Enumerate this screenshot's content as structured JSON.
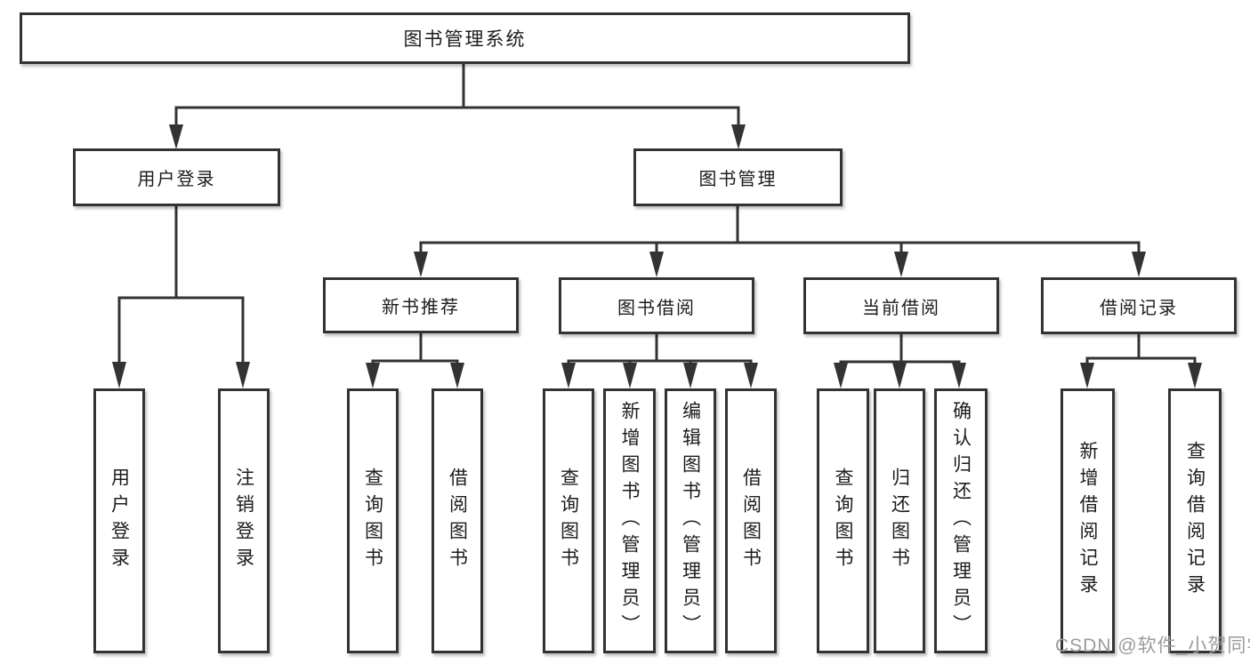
{
  "diagram": {
    "root": {
      "label": "图书管理系统"
    },
    "level2": [
      {
        "label": "用户登录"
      },
      {
        "label": "图书管理"
      }
    ],
    "level3": [
      {
        "label": "新书推荐"
      },
      {
        "label": "图书借阅"
      },
      {
        "label": "当前借阅"
      },
      {
        "label": "借阅记录"
      }
    ],
    "leaves": [
      {
        "parent": "用户登录",
        "label": "用户登录"
      },
      {
        "parent": "用户登录",
        "label": "注销登录"
      },
      {
        "parent": "新书推荐",
        "label": "查询图书"
      },
      {
        "parent": "新书推荐",
        "label": "借阅图书"
      },
      {
        "parent": "图书借阅",
        "label": "查询图书"
      },
      {
        "parent": "图书借阅",
        "label": "新增图书（管理员）"
      },
      {
        "parent": "图书借阅",
        "label": "编辑图书（管理员）"
      },
      {
        "parent": "图书借阅",
        "label": "借阅图书"
      },
      {
        "parent": "当前借阅",
        "label": "查询图书"
      },
      {
        "parent": "当前借阅",
        "label": "归还图书"
      },
      {
        "parent": "当前借阅",
        "label": "确认归还（管理员）"
      },
      {
        "parent": "借阅记录",
        "label": "新增借阅记录"
      },
      {
        "parent": "借阅记录",
        "label": "查询借阅记录"
      }
    ],
    "watermark": "CSDN @软件_小贺同学",
    "colors": {
      "line": "#333333",
      "text": "#1c1c1c",
      "watermark": "#9b9b9b",
      "background": "#ffffff"
    }
  }
}
